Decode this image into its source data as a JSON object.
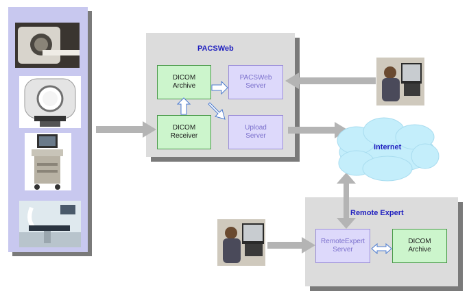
{
  "pacsweb": {
    "title": "PACSWeb",
    "dicom_archive": "DICOM\nArchive",
    "pacsweb_server": "PACSWeb\nServer",
    "dicom_receiver": "DICOM\nReceiver",
    "upload_server": "Upload\nServer"
  },
  "internet": {
    "label": "Internet"
  },
  "remote_expert": {
    "title": "Remote Expert",
    "server": "RemoteExpert\nServer",
    "dicom_archive": "DICOM\nArchive"
  },
  "modalities": [
    "mri-scanner-photo",
    "ct-scanner-photo",
    "ultrasound-machine-photo",
    "angiography-suite-photo"
  ],
  "colors": {
    "panel": "#dcdcdc",
    "modality_panel": "#c8c8ef",
    "green_box": "#ccf5cc",
    "purple_box": "#ddd9fb",
    "arrow": "#b4b4b4",
    "title": "#1f1fbf",
    "cloud": "#c4eefb"
  }
}
